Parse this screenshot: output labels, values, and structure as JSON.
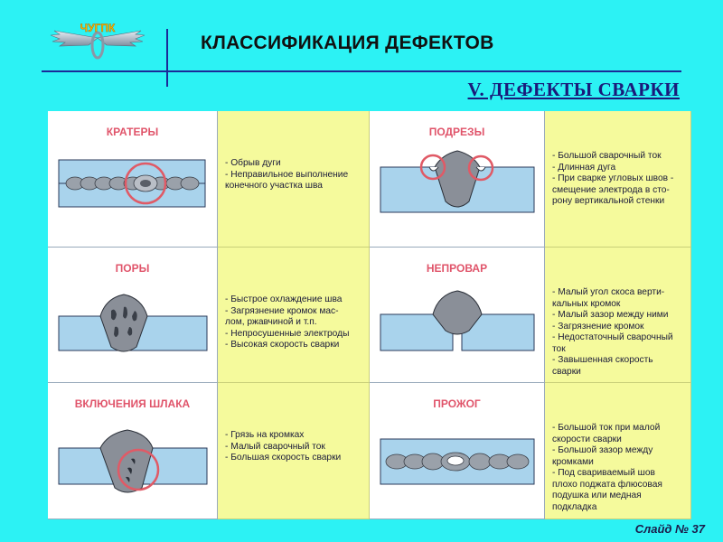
{
  "header": {
    "logo_text": "ЧУГПК",
    "title": "КЛАССИФИКАЦИЯ ДЕФЕКТОВ",
    "subtitle": "V. ДЕФЕКТЫ СВАРКИ"
  },
  "defects": [
    {
      "name": "КРАТЕРЫ",
      "causes": [
        "- Обрыв дуги",
        "- Неправильное выполнение",
        "конечного участка шва"
      ]
    },
    {
      "name": "ПОДРЕЗЫ",
      "causes": [
        "- Большой сварочный ток",
        "- Длинная дуга",
        "- При сварке угловых швов -",
        "смещение электрода в сто-",
        "рону вертикальной стенки"
      ]
    },
    {
      "name": "ПОРЫ",
      "causes": [
        "- Быстрое охлаждение шва",
        "- Загрязнение кромок мас-",
        "лом, ржавчиной и т.п.",
        "- Непросушенные электроды",
        "- Высокая скорость сварки"
      ]
    },
    {
      "name": "НЕПРОВАР",
      "causes": [
        "- Малый угол скоса верти-",
        "кальных кромок",
        "- Малый зазор между ними",
        "- Загрязнение кромок",
        "- Недостаточный сварочный",
        "ток",
        "- Завышенная скорость",
        "сварки"
      ]
    },
    {
      "name": "ВКЛЮЧЕНИЯ ШЛАКА",
      "causes": [
        "- Грязь на кромках",
        "- Малый сварочный ток",
        "- Большая скорость сварки"
      ]
    },
    {
      "name": "ПРОЖОГ",
      "causes": [
        "- Большой ток при малой",
        "скорости сварки",
        "- Большой зазор между",
        "кромками",
        "- Под свариваемый шов",
        "плохо поджата флюсовая",
        "подушка или медная",
        "подкладка"
      ]
    }
  ],
  "footer": {
    "slide_number": "Слайд № 37"
  },
  "colors": {
    "background": "#2cf2f4",
    "table_text_bg": "#f5fa9c",
    "label": "#e0546a",
    "plate": "#a9d3ec",
    "weld": "#8a8f98",
    "defect_marker": "#e05a66",
    "rule": "#1a2a99"
  }
}
